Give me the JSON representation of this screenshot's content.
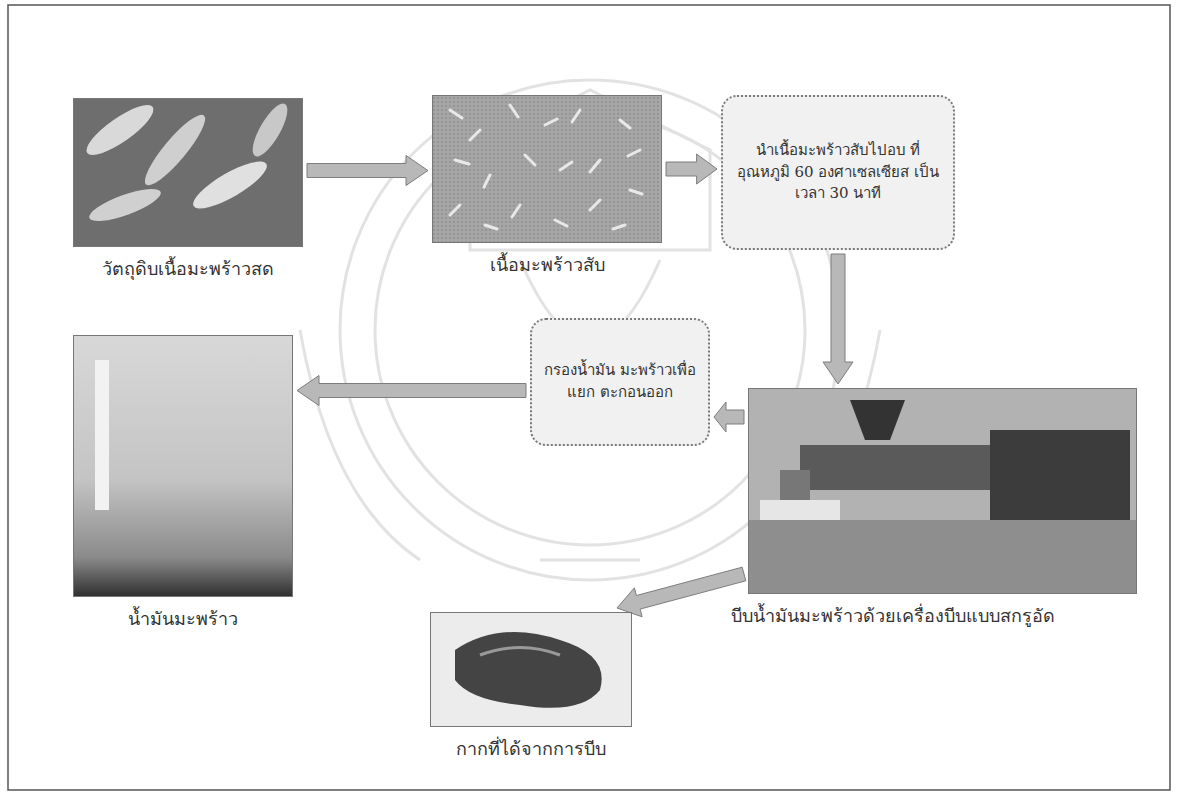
{
  "diagram": {
    "nodes": [
      {
        "text": [
          "วัตถุดิบเนื้อมะพร้าวสด"
        ]
      },
      {
        "text": [
          "เนื้อมะพร้าวสับ"
        ]
      },
      {
        "text": [
          "นำเนื้อมะพร้าวสับไปอบ ที่อุณหภูมิ 60 องศาเซลเซียส เป็นเวลา 30 นาที"
        ]
      },
      {
        "text": [
          "บีบน้ำมันมะพร้าวด้วยเครื่องบีบแบบสกรูอัด"
        ]
      },
      {
        "text": [
          "กรองน้ำมัน มะพร้าวเพื่อแยก ตะกอนออก"
        ]
      },
      {
        "text": [
          "กากที่ได้จากการบีบ"
        ]
      },
      {
        "text": [
          "น้ำมันมะพร้าว"
        ]
      }
    ],
    "edges": [
      {
        "from": 0,
        "to": 1,
        "arrow": "to"
      },
      {
        "from": 1,
        "to": 2,
        "arrow": "to"
      },
      {
        "from": 2,
        "to": 3,
        "arrow": "to"
      },
      {
        "from": 3,
        "to": 4,
        "arrow": "to"
      },
      {
        "from": 4,
        "to": 6,
        "arrow": "to"
      },
      {
        "from": 3,
        "to": 5,
        "arrow": "to"
      }
    ]
  }
}
